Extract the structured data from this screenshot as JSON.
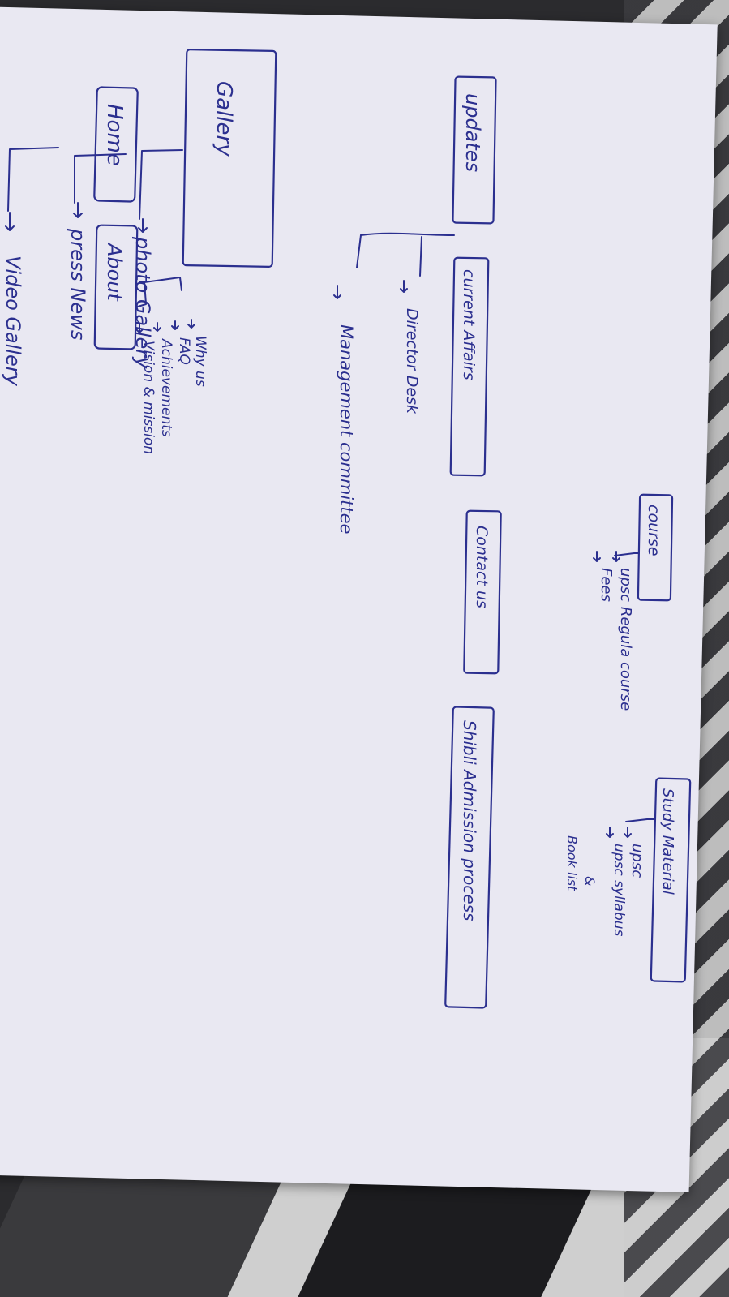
{
  "sitemap": {
    "home": "Home",
    "about": {
      "label": "About",
      "items": [
        "Vision & mission",
        "Achievements",
        "FAQ",
        "Why us"
      ]
    },
    "course": {
      "label": "course",
      "items": [
        "upsc Regula course",
        "Fees"
      ]
    },
    "study_material": {
      "label": "Study Material",
      "items": [
        "upsc",
        "upsc syllabus",
        "&",
        "Book list"
      ]
    },
    "updates": {
      "label": "updates",
      "items": [
        "Director Desk",
        "Management committee"
      ]
    },
    "current_affairs": "current Affairs",
    "contact_us": "Contact us",
    "admission": "Shibli Admission process",
    "gallery": {
      "label": "Gallery",
      "items": [
        "photo Gallery",
        "press News",
        "Video Gallery"
      ]
    }
  },
  "colors": {
    "ink": "#2b2f8f",
    "paper": "#e9e8f2",
    "background": "#2b2b2e"
  }
}
